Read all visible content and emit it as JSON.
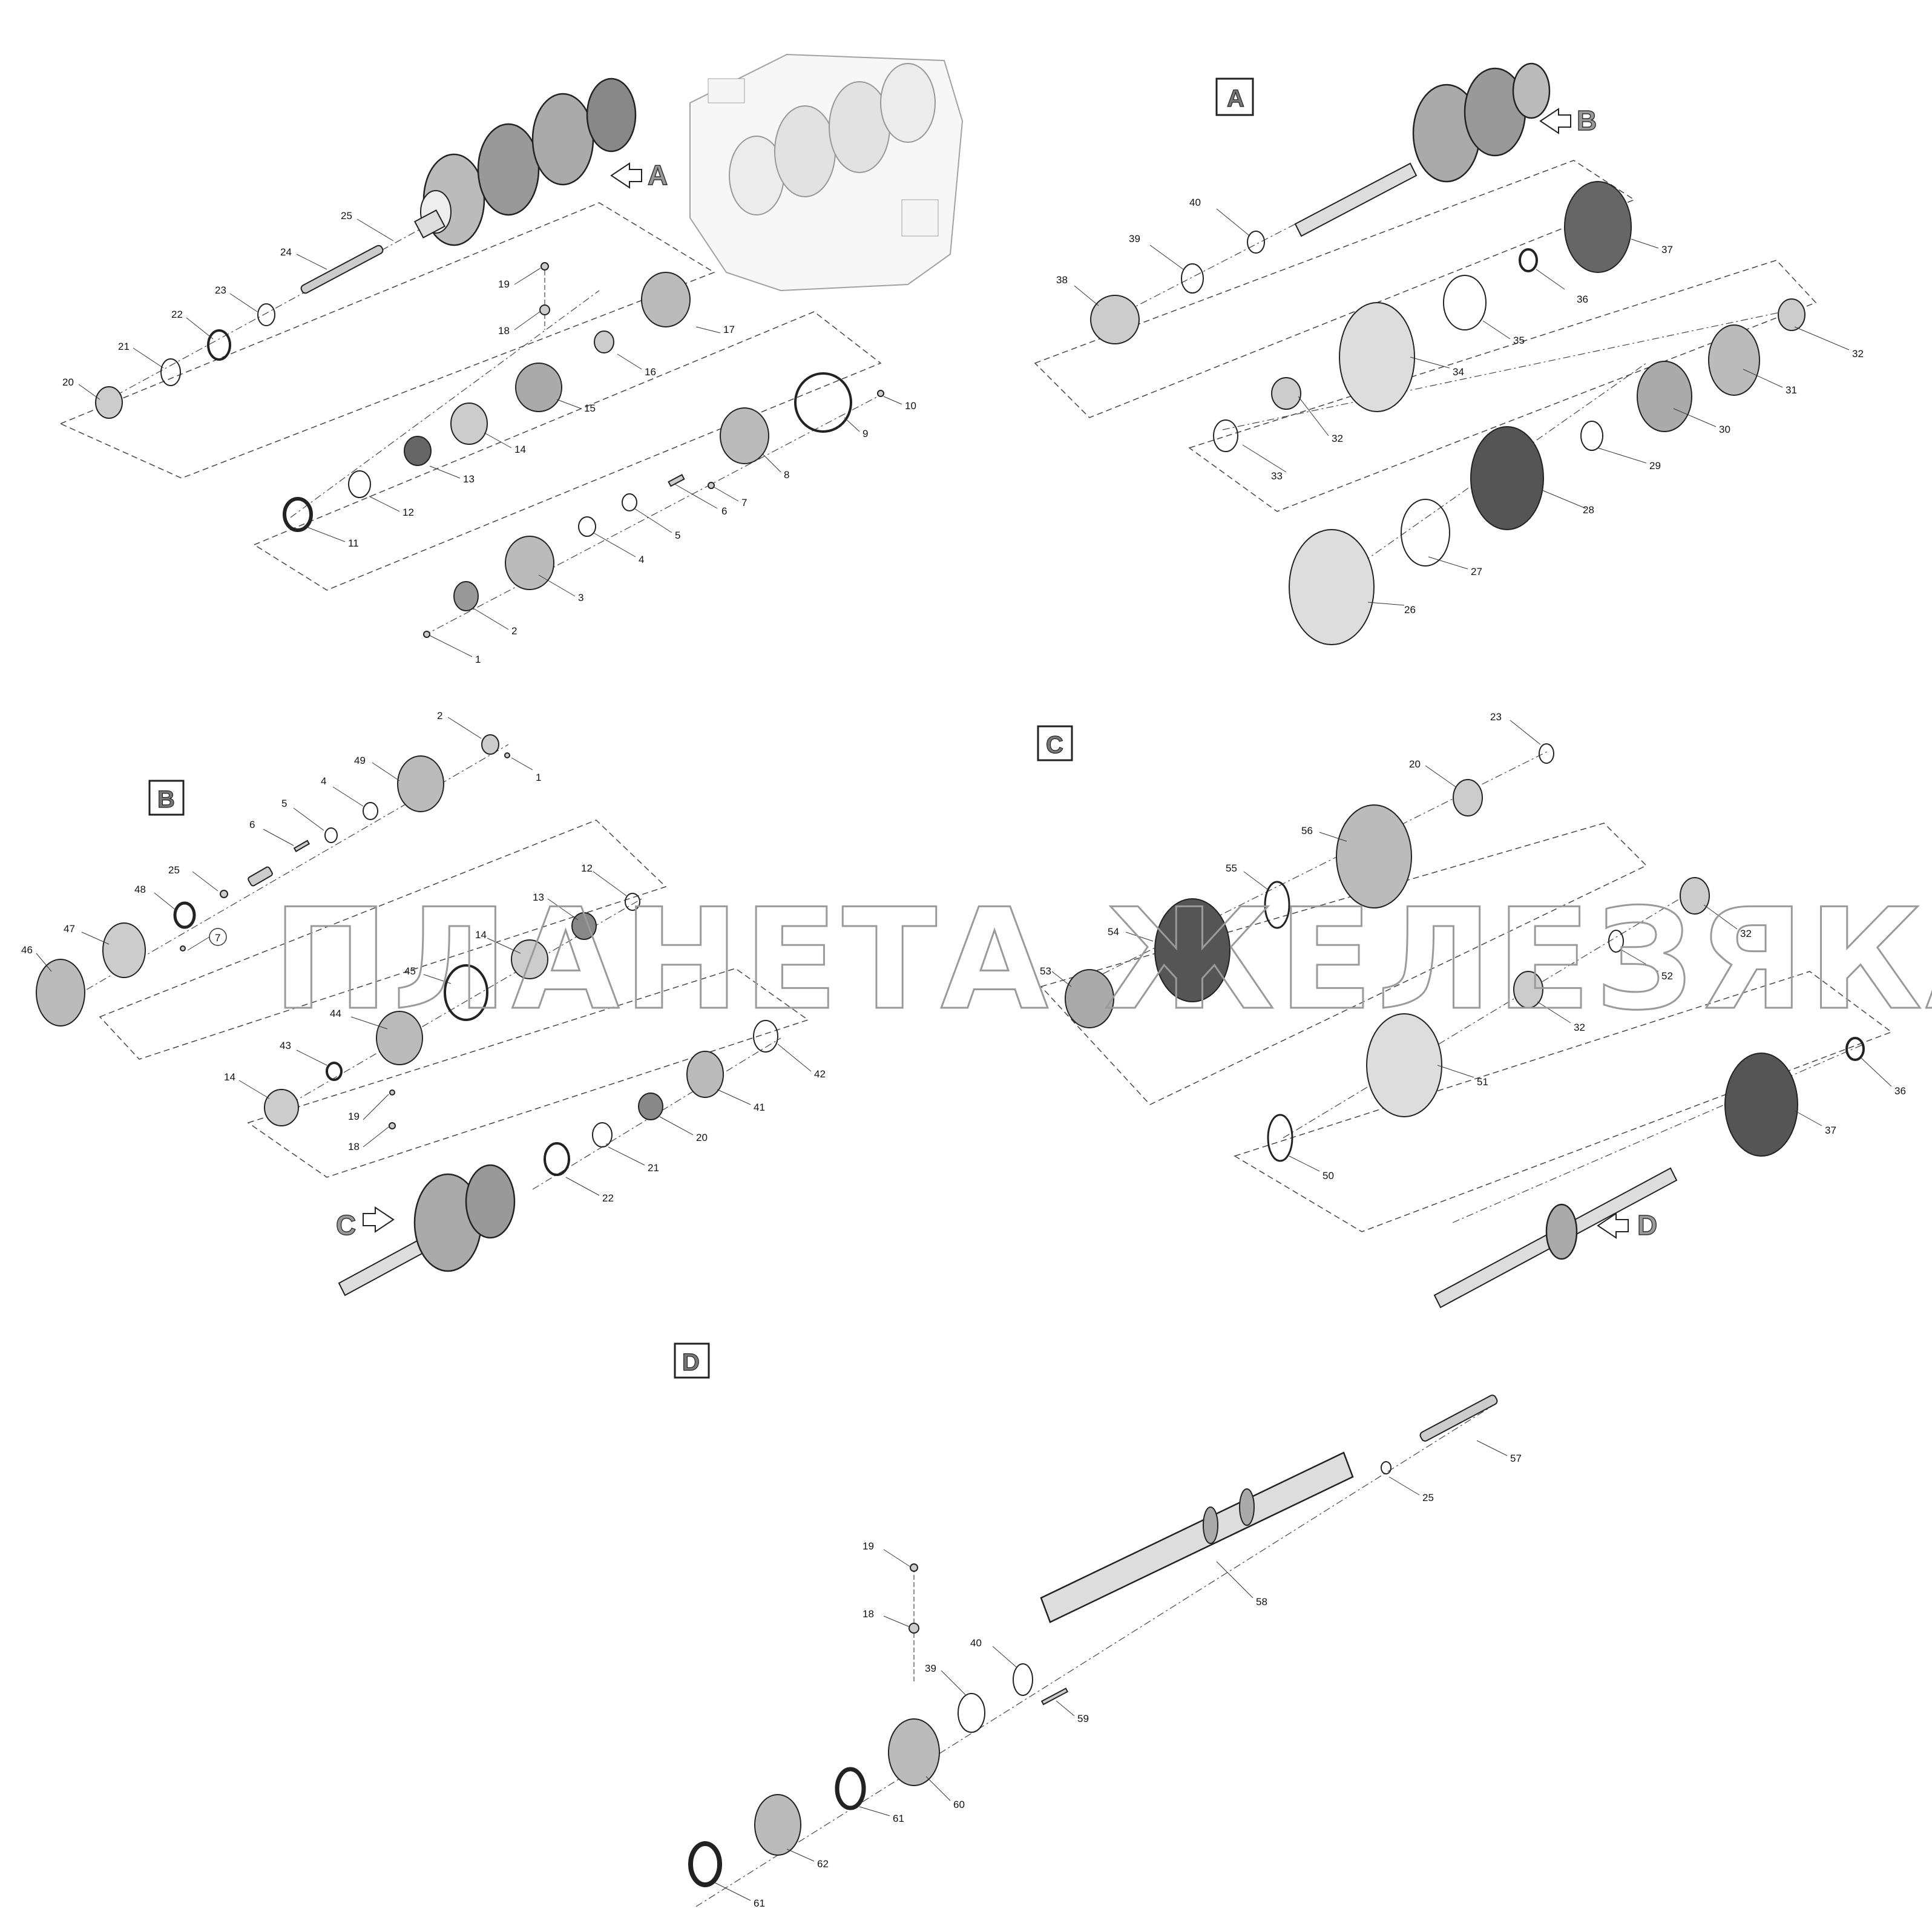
{
  "watermark": "ПЛАНЕТА ЖЕЛЕЗЯКА",
  "sections": {
    "A": "A",
    "B": "B",
    "C": "C",
    "D": "D"
  },
  "arrows": {
    "A": "A",
    "B": "B",
    "C": "C",
    "D": "D"
  },
  "labels": {
    "main": [
      "25",
      "24",
      "23",
      "22",
      "21",
      "20",
      "19",
      "18",
      "17",
      "16",
      "15",
      "14",
      "13",
      "12",
      "11",
      "10",
      "9",
      "8",
      "7",
      "6",
      "5",
      "4",
      "3",
      "2",
      "1"
    ],
    "A": [
      "40",
      "39",
      "38",
      "37",
      "36",
      "35",
      "34",
      "33",
      "32",
      "32",
      "31",
      "30",
      "29",
      "28",
      "27",
      "26"
    ],
    "B": [
      "2",
      "1",
      "49",
      "4",
      "5",
      "6",
      "25",
      "48",
      "47",
      "46",
      "7",
      "12",
      "13",
      "14",
      "45",
      "44",
      "43",
      "14",
      "19",
      "18",
      "42",
      "41",
      "20",
      "21",
      "22"
    ],
    "C": [
      "23",
      "20",
      "56",
      "55",
      "54",
      "53",
      "32",
      "52",
      "32",
      "51",
      "50",
      "36",
      "37"
    ],
    "D": [
      "57",
      "25",
      "58",
      "19",
      "18",
      "40",
      "39",
      "59",
      "60",
      "61",
      "62",
      "61"
    ]
  }
}
